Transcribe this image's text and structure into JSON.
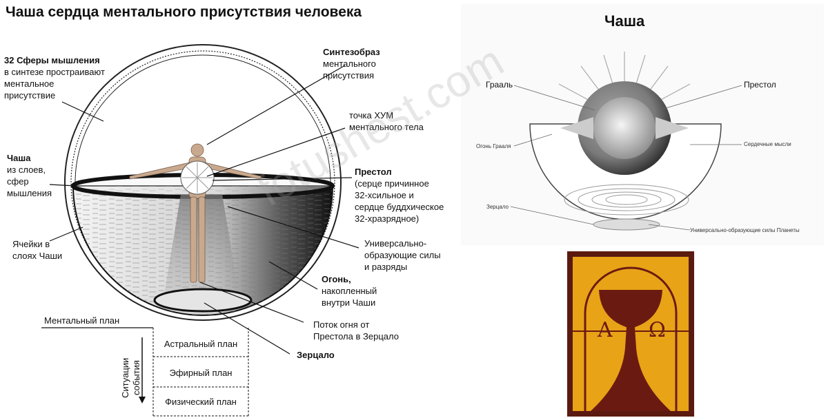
{
  "left_diagram": {
    "title": "Чаша сердца ментального присутствия человека",
    "labels": {
      "spheres_1": "32 Сферы мышления",
      "spheres_2": "в синтезе простраивают",
      "spheres_3": "ментальное",
      "spheres_4": "присутствие",
      "sintez_1": "Синтезобраз",
      "sintez_2": "ментального",
      "sintez_3": "присутствия",
      "hum_1": "точка ХУМ",
      "hum_2": "ментального тела",
      "chasha_1": "Чаша",
      "chasha_2": "из слоев,",
      "chasha_3": "сфер",
      "chasha_4": "мышления",
      "prestol_1": "Престол",
      "prestol_2": "(серце причинное",
      "prestol_3": "32-хсильное и",
      "prestol_4": "сердце буддхическое",
      "prestol_5": "32-хразрядное)",
      "cells_1": "Ячейки в",
      "cells_2": "слоях Чаши",
      "univ_1": "Универсально-",
      "univ_2": "образующие силы",
      "univ_3": "и разряды",
      "fire_1": "Огонь,",
      "fire_2": "накопленный",
      "fire_3": "внутри Чаши",
      "flow_1": "Поток огня от",
      "flow_2": "Престола в Зерцало",
      "mirror": "Зерцало",
      "mental_plan": "Ментальный план"
    },
    "plans": [
      "Астральный план",
      "Эфирный план",
      "Физический план"
    ],
    "vertical_1": "Ситуации",
    "vertical_2": "события"
  },
  "right_diagram": {
    "title": "Чаша",
    "labels": {
      "graal": "Грааль",
      "prestol": "Престол",
      "fire_graal": "Огонь Грааля",
      "heart_thoughts": "Сердечные мысли",
      "mirror": "Зерцало",
      "univ_forces": "Универсально-образующие силы Планеты"
    }
  },
  "emblem": {
    "alpha": "Α",
    "omega": "Ω",
    "colors": {
      "bg": "#e8a317",
      "dark": "#6b1a12",
      "border": "#5a1a10"
    }
  },
  "watermark": "fotushest.com"
}
